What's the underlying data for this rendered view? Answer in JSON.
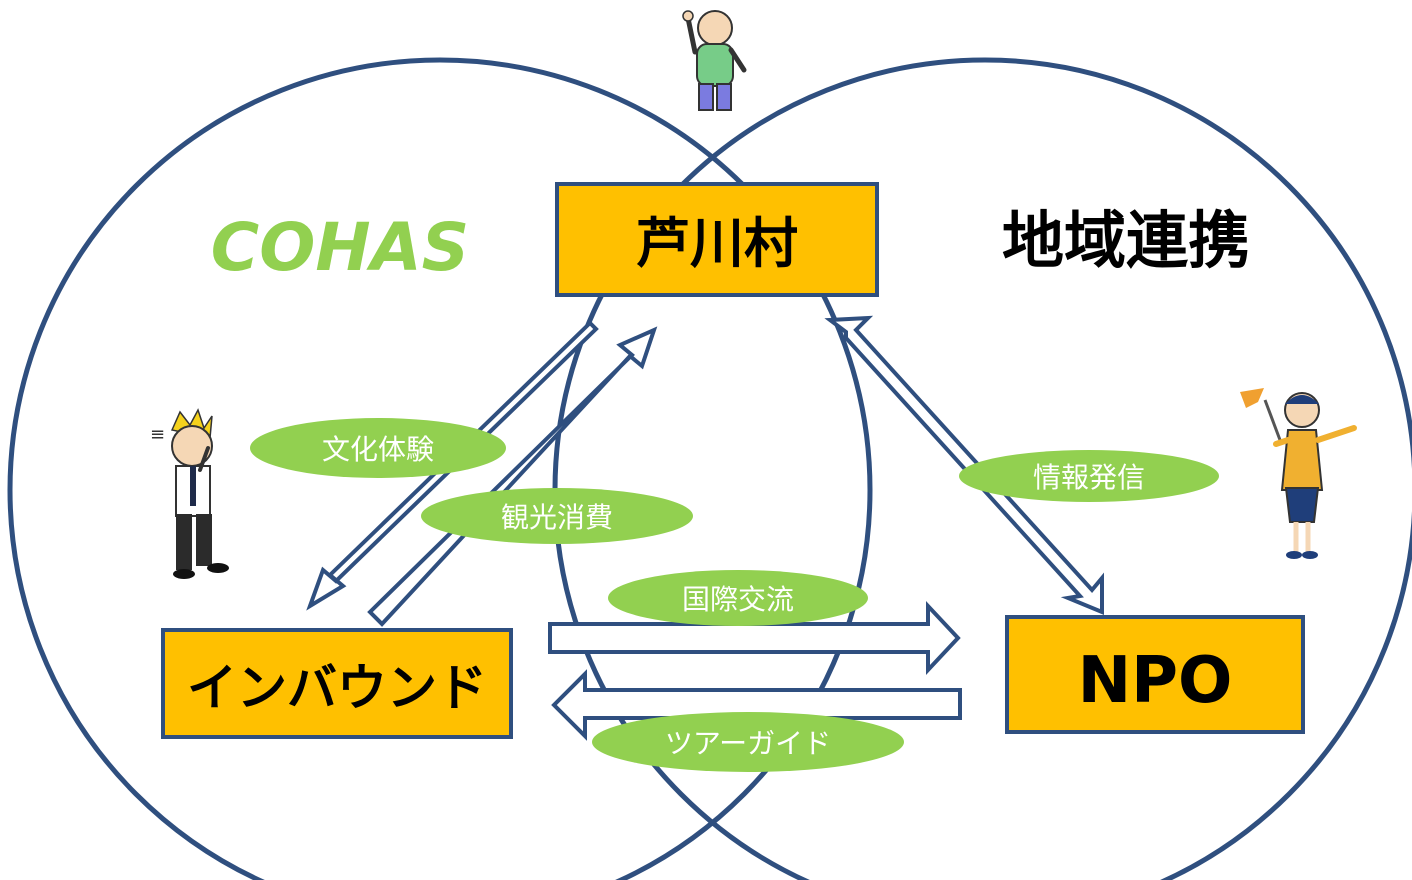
{
  "labels": {
    "cohas": "COHAS",
    "regional": "地域連携"
  },
  "nodes": {
    "village": "芦川村",
    "inbound": "インバウンド",
    "npo": "NPO"
  },
  "flows": {
    "culture": "文化体験",
    "tourism": "観光消費",
    "info": "情報発信",
    "exchange": "国際交流",
    "guide": "ツアーガイド"
  },
  "colors": {
    "circle": "#2f4f7f",
    "box_fill": "#ffc000",
    "box_stroke": "#2f4f7f",
    "pill": "#92d050",
    "pill_text": "#ffffff",
    "cohas": "#92d050",
    "heading": "#000000",
    "arrow_fill": "#ffffff",
    "arrow_stroke": "#2f4f7f"
  },
  "icons": [
    "elderly-man-waving-icon",
    "confused-businessman-icon",
    "tour-guide-flag-icon"
  ]
}
